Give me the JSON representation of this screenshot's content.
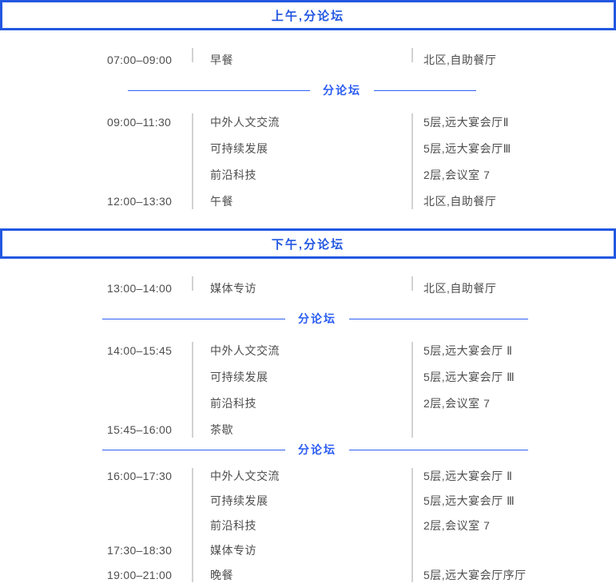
{
  "colors": {
    "header_border_blue": "#2257e0",
    "header_title_blue": "#2257e0",
    "divider_blue": "#2b5cf2",
    "body_text_gray": "#4e4e4e",
    "separator_gray": "#d2d2d2",
    "background": "#ffffff"
  },
  "sections": [
    {
      "title": "上午,分论坛",
      "groups": [
        {
          "type": "rows",
          "rows": [
            {
              "time": "07:00–09:00",
              "event": "早餐",
              "location": "北区,自助餐厅"
            }
          ]
        },
        {
          "type": "divider",
          "label": "分论坛"
        },
        {
          "type": "rows",
          "rows": [
            {
              "time": "09:00–11:30",
              "event": "中外人文交流",
              "location": "5层,远大宴会厅Ⅱ"
            },
            {
              "time": "",
              "event": "可持续发展",
              "location": "5层,远大宴会厅Ⅲ"
            },
            {
              "time": "",
              "event": "前沿科技",
              "location": "2层,会议室 7"
            },
            {
              "time": "12:00–13:30",
              "event": "午餐",
              "location": "北区,自助餐厅"
            }
          ]
        }
      ]
    },
    {
      "title": "下午,分论坛",
      "groups": [
        {
          "type": "rows",
          "rows": [
            {
              "time": "13:00–14:00",
              "event": "媒体专访",
              "location": "北区,自助餐厅"
            }
          ]
        },
        {
          "type": "divider",
          "label": "分论坛"
        },
        {
          "type": "rows",
          "rows": [
            {
              "time": "14:00–15:45",
              "event": "中外人文交流",
              "location": "5层,远大宴会厅 Ⅱ"
            },
            {
              "time": "",
              "event": "可持续发展",
              "location": "5层,远大宴会厅 Ⅲ"
            },
            {
              "time": "",
              "event": "前沿科技",
              "location": "2层,会议室 7"
            },
            {
              "time": "15:45–16:00",
              "event": "茶歇",
              "location": ""
            }
          ]
        },
        {
          "type": "divider",
          "label": "分论坛"
        },
        {
          "type": "rows",
          "rows": [
            {
              "time": "16:00–17:30",
              "event": "中外人文交流",
              "location": "5层,远大宴会厅 Ⅱ"
            },
            {
              "time": "",
              "event": "可持续发展",
              "location": "5层,远大宴会厅 Ⅲ"
            },
            {
              "time": "",
              "event": "前沿科技",
              "location": "2层,会议室 7"
            },
            {
              "time": "17:30–18:30",
              "event": "媒体专访",
              "location": ""
            },
            {
              "time": "19:00–21:00",
              "event": "晚餐",
              "location": "5层,远大宴会厅序厅"
            }
          ]
        }
      ]
    }
  ]
}
